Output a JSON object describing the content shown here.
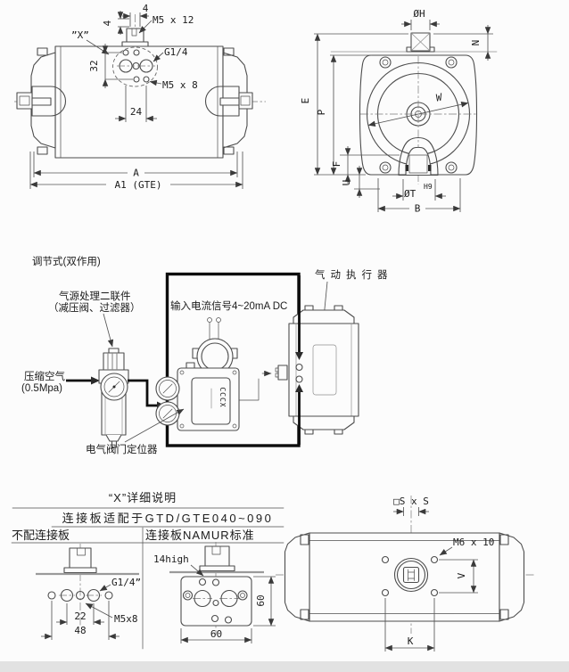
{
  "colors": {
    "background": "#fcfcfc",
    "line": "#4d4d4d",
    "frame": "#0d0d0d",
    "text": "#1c1c1c"
  },
  "top_left_view": {
    "labels": {
      "x_marker": "”X”",
      "dim4_top": "4",
      "dim4_left": "4",
      "m5x12": "M5 x 12",
      "g14": "G1/4",
      "dim32": "32",
      "m5x8": "M5 x 8",
      "dim24": "24",
      "dim_a": "A",
      "dim_a1": "A1 (GTE)"
    }
  },
  "top_right_view": {
    "labels": {
      "dia_h": "ØH",
      "n": "N",
      "e": "E",
      "p": "P",
      "w": "W",
      "f": "F",
      "u": "U",
      "dia_t": "ØT",
      "h9": "H9",
      "b": "B"
    }
  },
  "schematic": {
    "title": "调节式(双作用)",
    "air_supply_unit_line1": "气源处理二联件",
    "air_supply_unit_line2": "（减压阀、过滤器）",
    "input_signal": "输入电流信号4~20mA DC",
    "actuator_label": "气动执行器",
    "compressed_air_line1": "压缩空气",
    "compressed_air_line2": "(0.5Mpa)",
    "positioner_label": "电气阀门定位器",
    "positioner_marking": "CCCX"
  },
  "detail_section": {
    "title": "“X”详细说明",
    "subtitle": "连接板适配于GTD/GTE040~090",
    "left_column_header": "不配连接板",
    "right_column_header": "连接板NAMUR标准",
    "no_plate": {
      "g14": "G1/4”",
      "dim22": "22",
      "m5x8": "M5x8",
      "dim48": "48"
    },
    "namur_plate": {
      "plate_height": "14high",
      "dim_height": "60",
      "dim_width": "60"
    },
    "top_view": {
      "square": "□S x S",
      "m6x10": "M6 x 10",
      "dim_v": "V",
      "dim_k": "K"
    }
  }
}
